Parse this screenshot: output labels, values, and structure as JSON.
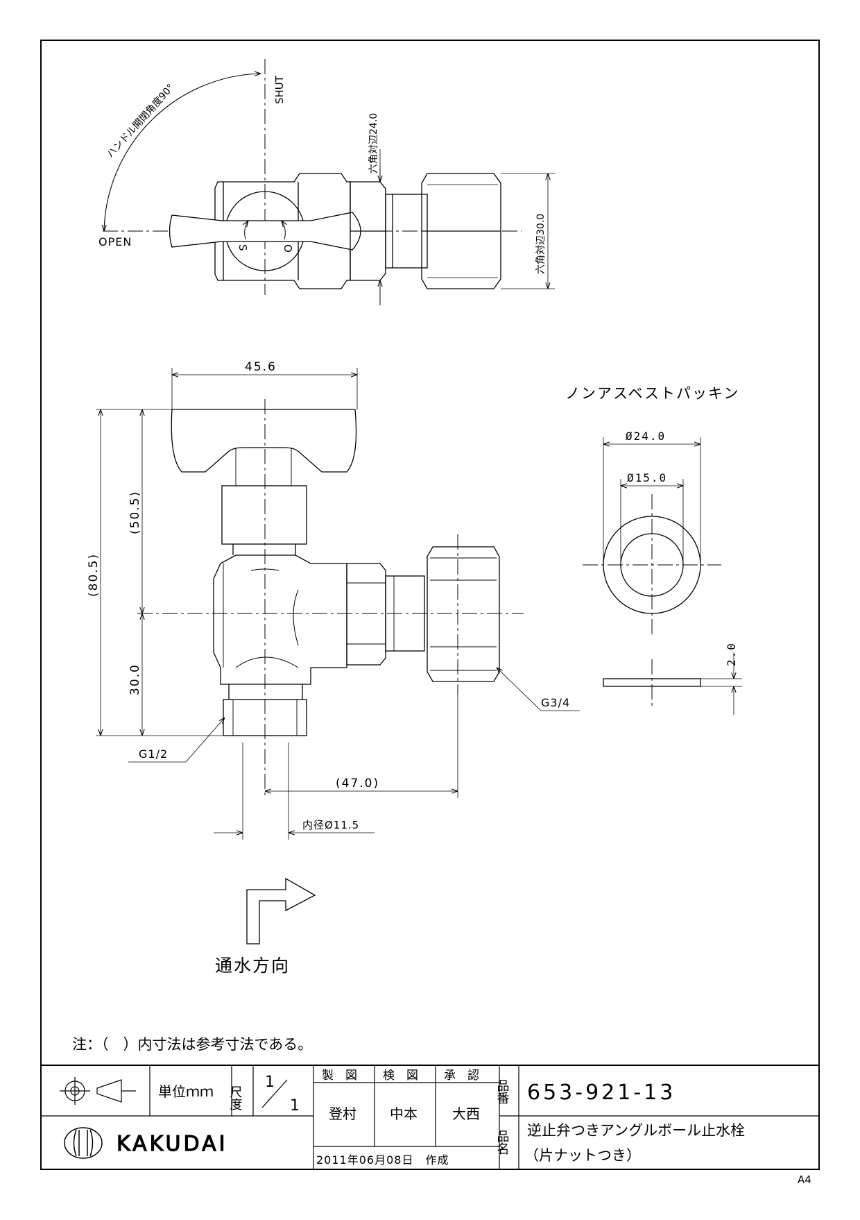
{
  "top_view": {
    "label_shut": "SHUT",
    "label_open": "OPEN",
    "handle_angle": "ハンドル開閉角度90°",
    "hex_small": "六角対辺24.0",
    "hex_large": "六角対辺30.0",
    "mark_s": "S",
    "mark_o": "O"
  },
  "front_view": {
    "dim_width": "45.6",
    "dim_upper": "(50.5)",
    "dim_total": "(80.5)",
    "dim_lower": "30.0",
    "dim_offset": "(47.0)",
    "inner_dia": "内径Ø11.5",
    "thread_inlet": "G1/2",
    "thread_outlet": "G3/4"
  },
  "gasket": {
    "title": "ノンアスベストパッキン",
    "outer_dia": "Ø24.0",
    "inner_dia": "Ø15.0",
    "thickness": "2.0"
  },
  "flow": {
    "label": "通水方向"
  },
  "note": "注：（　）内寸法は参考寸法である。",
  "title_block": {
    "unit_label": "単位ｍｍ",
    "scale_label": "尺度",
    "scale_num": "1",
    "scale_den": "1",
    "col_made": "製　図",
    "col_checked": "検　図",
    "col_approved": "承　認",
    "name_made": "登村",
    "name_checked": "中本",
    "name_approved": "大西",
    "date_created": "2011年06月08日　作成",
    "label_part_no": "品番",
    "part_no": "653-921-13",
    "label_part_name": "品名",
    "part_name_1": "逆止弁つきアングルボール止水栓",
    "part_name_2": "（片ナットつき）",
    "brand": "KAKUDAI",
    "paper_size": "A4"
  }
}
